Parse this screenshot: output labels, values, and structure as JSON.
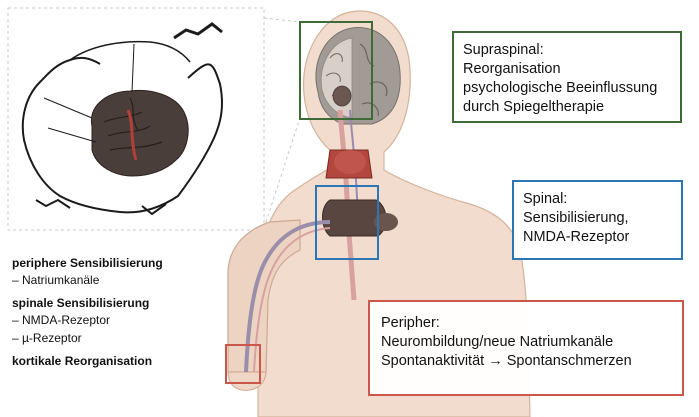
{
  "callouts": {
    "supraspinal": {
      "color": "#3e6b35",
      "lines": [
        "Supraspinal:",
        "Reorganisation",
        "psychologische Beeinflussung",
        "durch Spiegeltherapie"
      ]
    },
    "spinal": {
      "color": "#2c76b6",
      "lines": [
        "Spinal:",
        "Sensibilisierung,",
        "NMDA-Rezeptor"
      ]
    },
    "peripher": {
      "color": "#c9574a",
      "lines": [
        "Peripher:",
        "Neurombildung/neue Natriumkanäle",
        "Spontanaktivität → Spontanschmerzen"
      ]
    }
  },
  "legend": [
    {
      "heading": "periphere Sensibilisierung",
      "items": [
        "– Natriumkanäle"
      ]
    },
    {
      "heading": "spinale Sensibilisierung",
      "items": [
        "– NMDA-Rezeptor",
        "– µ-Rezeptor"
      ]
    },
    {
      "heading": "kortikale Reorganisation",
      "items": []
    }
  ],
  "colors": {
    "skin": "#f1dccd",
    "skin_edge": "#d4b39c",
    "brain_gray": "#9b9590",
    "brain_cut": "#d8cfc8",
    "spinal_dark": "#5a4640",
    "nerve_red": "#b3473d",
    "nerve_pink": "#d9a0a0"
  }
}
